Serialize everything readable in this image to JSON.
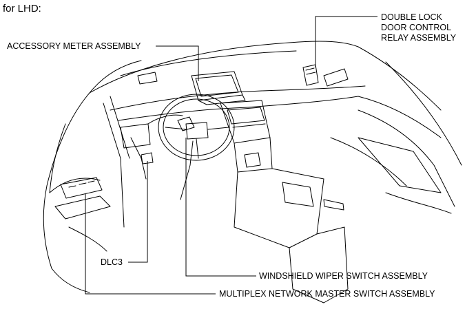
{
  "caption": "for LHD:",
  "labels": {
    "double_lock": [
      "DOUBLE LOCK",
      "DOOR CONTROL",
      "RELAY ASSEMBLY"
    ],
    "accessory_meter": "ACCESSORY METER ASSEMBLY",
    "dlc3": "DLC3",
    "windshield_wiper": "WINDSHIELD WIPER SWITCH ASSEMBLY",
    "multiplex": "MULTIPLEX NETWORK MASTER SWITCH ASSEMBLY"
  }
}
